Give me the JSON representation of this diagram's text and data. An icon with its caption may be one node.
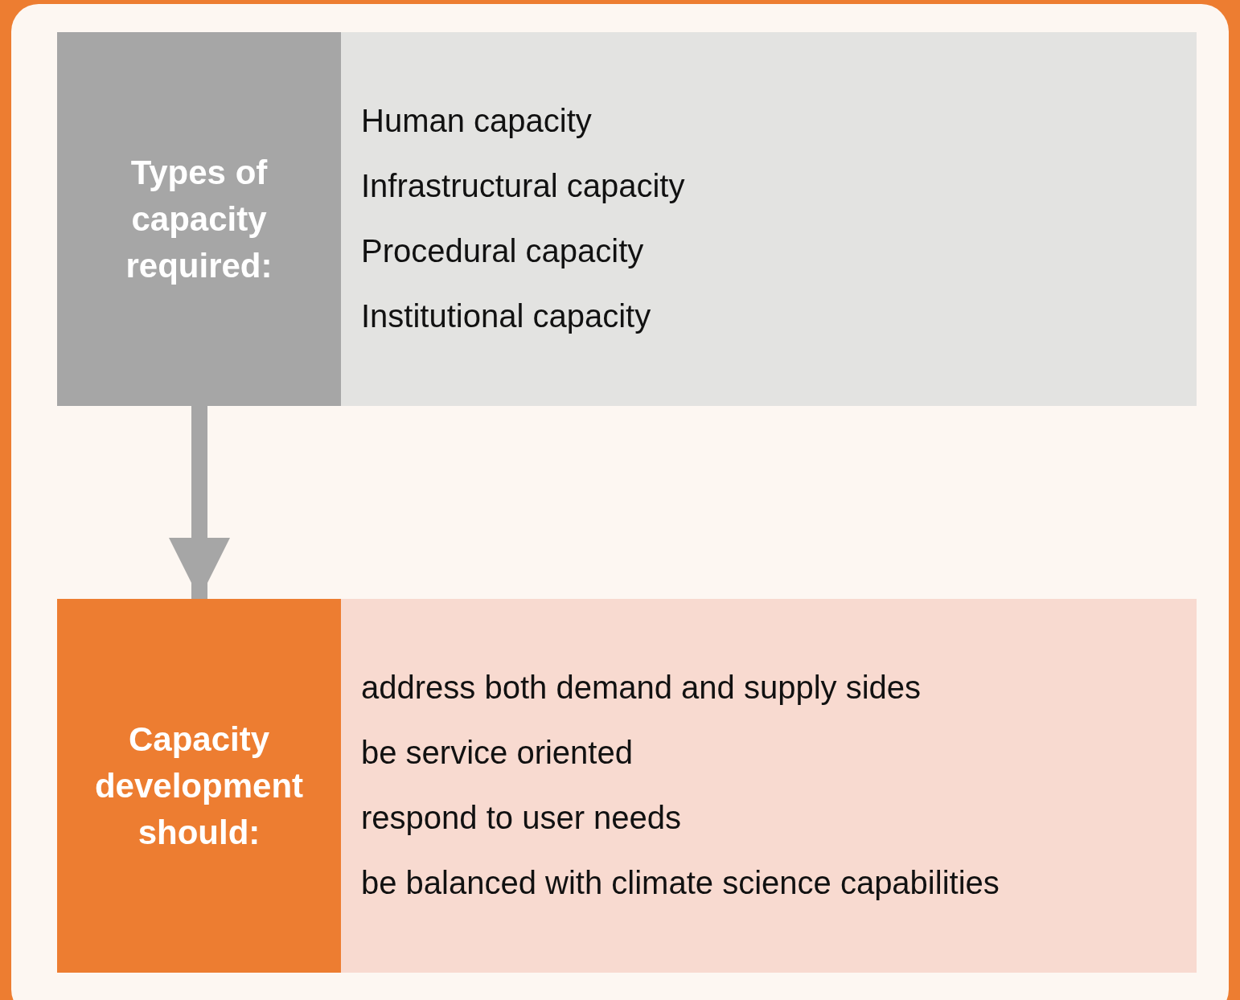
{
  "diagram": {
    "nodes": [
      {
        "text": [
          "Types of capacity required:"
        ]
      },
      {
        "text": [
          "Human capacity",
          "Infrastructural capacity",
          "Procedural capacity",
          "Institutional capacity"
        ]
      },
      {
        "text": [
          "Capacity development should:"
        ]
      },
      {
        "text": [
          "address both demand and supply sides",
          "be service oriented",
          "respond to user needs",
          "be balanced with climate science capabilities"
        ]
      }
    ],
    "edges": [
      {
        "from": 0,
        "to": 2,
        "arrow": "to"
      }
    ]
  }
}
